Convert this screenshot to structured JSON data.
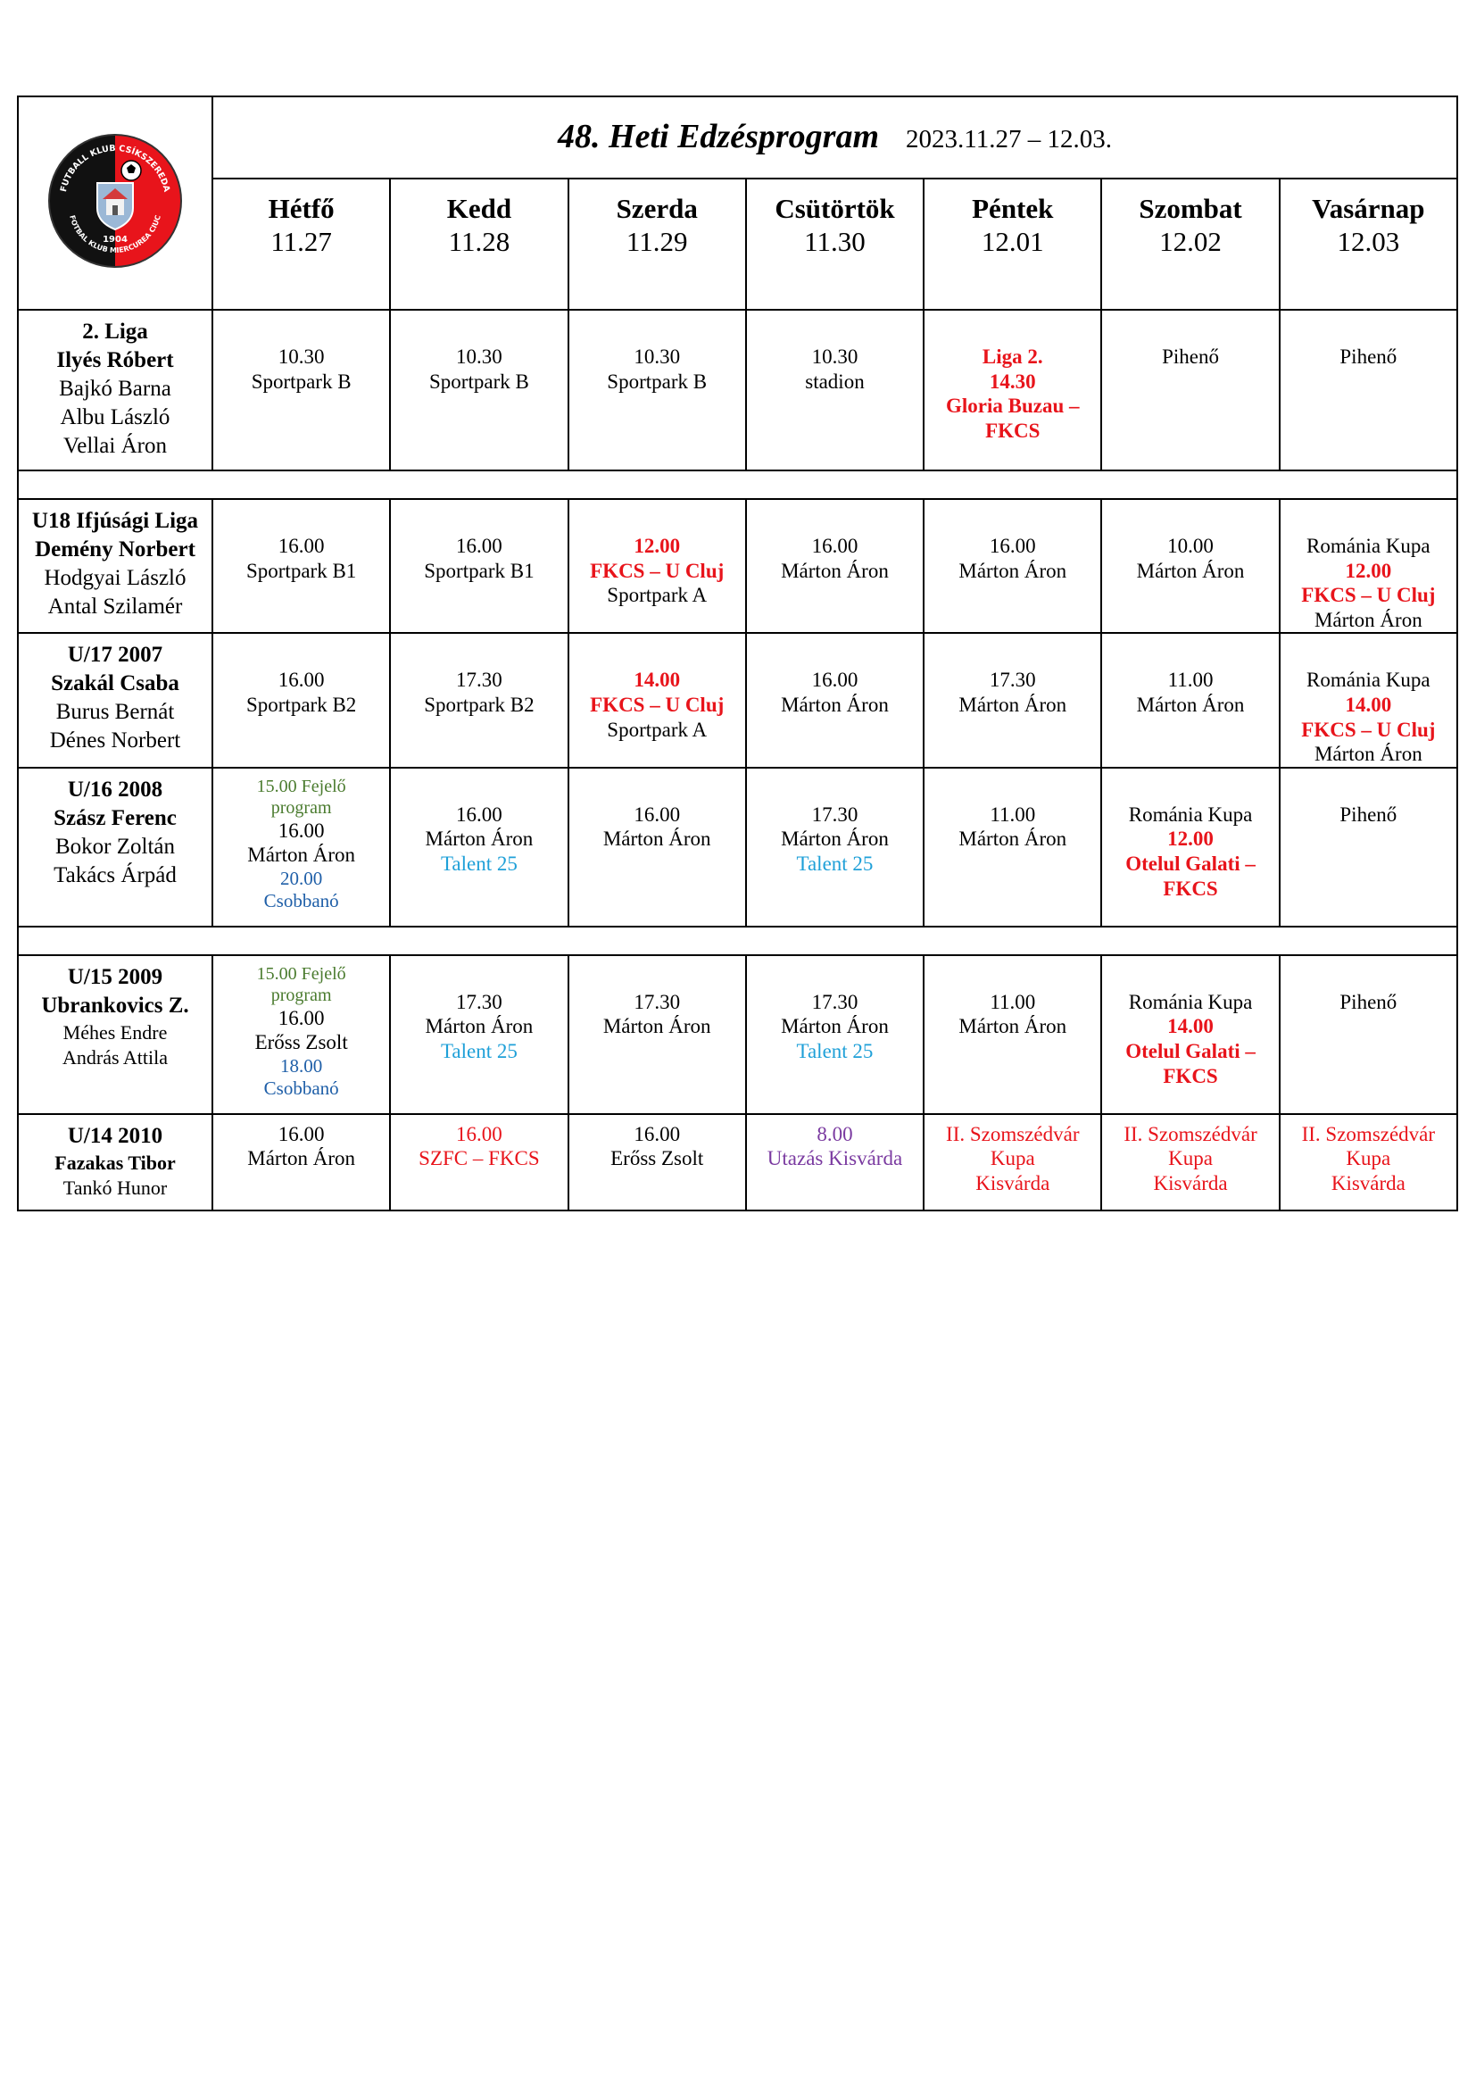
{
  "header": {
    "title": "48. Heti Edzésprogram",
    "date_range": "2023.11.27 – 12.03."
  },
  "logo": {
    "top_text": "FUTBALL KLUB CSÍKSZEREDA",
    "bottom_text": "FOTBAL KLUB MIERCUREA CIUC",
    "year": "1904",
    "colors": {
      "red": "#e8141b",
      "black": "#111111"
    }
  },
  "days": [
    {
      "name": "Hétfő",
      "date": "11.27"
    },
    {
      "name": "Kedd",
      "date": "11.28"
    },
    {
      "name": "Szerda",
      "date": "11.29"
    },
    {
      "name": "Csütörtök",
      "date": "11.30"
    },
    {
      "name": "Péntek",
      "date": "12.01"
    },
    {
      "name": "Szombat",
      "date": "12.02"
    },
    {
      "name": "Vasárnap",
      "date": "12.03"
    }
  ],
  "rows": [
    {
      "team": [
        "2. Liga",
        "Ilyés Róbert",
        "Bajkó Barna",
        "Albu László",
        "Vellai Áron"
      ],
      "cells": [
        [
          [
            "10.30",
            ""
          ],
          [
            "Sportpark B",
            ""
          ]
        ],
        [
          [
            "10.30",
            ""
          ],
          [
            "Sportpark B",
            ""
          ]
        ],
        [
          [
            "10.30",
            ""
          ],
          [
            "Sportpark B",
            ""
          ]
        ],
        [
          [
            "10.30",
            ""
          ],
          [
            "stadion",
            ""
          ]
        ],
        [
          [
            "Liga 2.",
            "redb"
          ],
          [
            "14.30",
            "redb"
          ],
          [
            "Gloria Buzau –",
            "redb"
          ],
          [
            "FKCS",
            "redb"
          ]
        ],
        [
          [
            "Pihenő",
            ""
          ]
        ],
        [
          [
            "Pihenő",
            ""
          ]
        ]
      ]
    },
    {
      "team": [
        "U18 Ifjúsági Liga",
        "Demény Norbert",
        "Hodgyai László",
        "Antal Szilamér"
      ],
      "cells": [
        [
          [
            "16.00",
            ""
          ],
          [
            "Sportpark B1",
            ""
          ]
        ],
        [
          [
            "16.00",
            ""
          ],
          [
            "Sportpark B1",
            ""
          ]
        ],
        [
          [
            "12.00",
            "redb"
          ],
          [
            "FKCS – U Cluj",
            "redb"
          ],
          [
            "Sportpark A",
            ""
          ]
        ],
        [
          [
            "16.00",
            ""
          ],
          [
            "Márton Áron",
            ""
          ]
        ],
        [
          [
            "16.00",
            ""
          ],
          [
            "Márton Áron",
            ""
          ]
        ],
        [
          [
            "10.00",
            ""
          ],
          [
            "Márton Áron",
            ""
          ]
        ],
        [
          [
            "Románia Kupa",
            ""
          ],
          [
            "12.00",
            "redb"
          ],
          [
            "FKCS – U Cluj",
            "redb"
          ],
          [
            "Márton Áron",
            ""
          ]
        ]
      ]
    },
    {
      "team": [
        "U/17 2007",
        "Szakál Csaba",
        "Burus Bernát",
        "Dénes Norbert"
      ],
      "cells": [
        [
          [
            "16.00",
            ""
          ],
          [
            "Sportpark B2",
            ""
          ]
        ],
        [
          [
            "17.30",
            ""
          ],
          [
            "Sportpark B2",
            ""
          ]
        ],
        [
          [
            "14.00",
            "redb"
          ],
          [
            "FKCS – U Cluj",
            "redb"
          ],
          [
            "Sportpark A",
            ""
          ]
        ],
        [
          [
            "16.00",
            ""
          ],
          [
            "Márton Áron",
            ""
          ]
        ],
        [
          [
            "17.30",
            ""
          ],
          [
            "Márton Áron",
            ""
          ]
        ],
        [
          [
            "11.00",
            ""
          ],
          [
            "Márton Áron",
            ""
          ]
        ],
        [
          [
            "Románia Kupa",
            ""
          ],
          [
            "14.00",
            "redb"
          ],
          [
            "FKCS – U Cluj",
            "redb"
          ],
          [
            "Márton Áron",
            ""
          ]
        ]
      ]
    },
    {
      "team": [
        "U/16 2008",
        "Szász Ferenc",
        "Bokor Zoltán",
        "Takács Árpád"
      ],
      "cells": [
        [
          [
            "15.00 Fejelő",
            "green"
          ],
          [
            "program",
            "green"
          ],
          [
            "16.00",
            ""
          ],
          [
            "Márton Áron",
            ""
          ],
          [
            "20.00",
            "blue"
          ],
          [
            "Csobbanó",
            "blue"
          ]
        ],
        [
          [
            "16.00",
            ""
          ],
          [
            "Márton Áron",
            ""
          ],
          [
            "Talent 25",
            "cyan"
          ]
        ],
        [
          [
            "16.00",
            ""
          ],
          [
            "Márton Áron",
            ""
          ]
        ],
        [
          [
            "17.30",
            ""
          ],
          [
            "Márton Áron",
            ""
          ],
          [
            "Talent 25",
            "cyan"
          ]
        ],
        [
          [
            "11.00",
            ""
          ],
          [
            "Márton Áron",
            ""
          ]
        ],
        [
          [
            "Románia Kupa",
            ""
          ],
          [
            "12.00",
            "redb"
          ],
          [
            "Otelul Galati –",
            "redb"
          ],
          [
            "FKCS",
            "redb"
          ]
        ],
        [
          [
            "Pihenő",
            ""
          ]
        ]
      ]
    },
    {
      "team": [
        "U/15 2009",
        "Ubrankovics Z.",
        "Méhes Endre",
        "András Attila"
      ],
      "cells": [
        [
          [
            "15.00 Fejelő",
            "green"
          ],
          [
            "program",
            "green"
          ],
          [
            "16.00",
            ""
          ],
          [
            "Erőss Zsolt",
            ""
          ],
          [
            "18.00",
            "blue"
          ],
          [
            "Csobbanó",
            "blue"
          ]
        ],
        [
          [
            "17.30",
            ""
          ],
          [
            "Márton Áron",
            ""
          ],
          [
            "Talent 25",
            "cyan"
          ]
        ],
        [
          [
            "17.30",
            ""
          ],
          [
            "Márton Áron",
            ""
          ]
        ],
        [
          [
            "17.30",
            ""
          ],
          [
            "Márton Áron",
            ""
          ],
          [
            "Talent 25",
            "cyan"
          ]
        ],
        [
          [
            "11.00",
            ""
          ],
          [
            "Márton Áron",
            ""
          ]
        ],
        [
          [
            "Románia Kupa",
            ""
          ],
          [
            "14.00",
            "redb"
          ],
          [
            "Otelul Galati –",
            "redb"
          ],
          [
            "FKCS",
            "redb"
          ]
        ],
        [
          [
            "Pihenő",
            ""
          ]
        ]
      ]
    },
    {
      "team": [
        "U/14 2010",
        "Fazakas Tibor",
        "Tankó Hunor"
      ],
      "cells": [
        [
          [
            "16.00",
            ""
          ],
          [
            "Márton Áron",
            ""
          ]
        ],
        [
          [
            "16.00",
            "red"
          ],
          [
            "SZFC – FKCS",
            "red"
          ]
        ],
        [
          [
            "16.00",
            ""
          ],
          [
            "Erőss Zsolt",
            ""
          ]
        ],
        [
          [
            "8.00",
            "purple"
          ],
          [
            "Utazás Kisvárda",
            "purple"
          ]
        ],
        [
          [
            "II. Szomszédvár",
            "red"
          ],
          [
            "Kupa",
            "red"
          ],
          [
            "Kisvárda",
            "red"
          ]
        ],
        [
          [
            "II. Szomszédvár",
            "red"
          ],
          [
            "Kupa",
            "red"
          ],
          [
            "Kisvárda",
            "red"
          ]
        ],
        [
          [
            "II. Szomszédvár",
            "red"
          ],
          [
            "Kupa",
            "red"
          ],
          [
            "Kisvárda",
            "red"
          ]
        ]
      ]
    }
  ]
}
